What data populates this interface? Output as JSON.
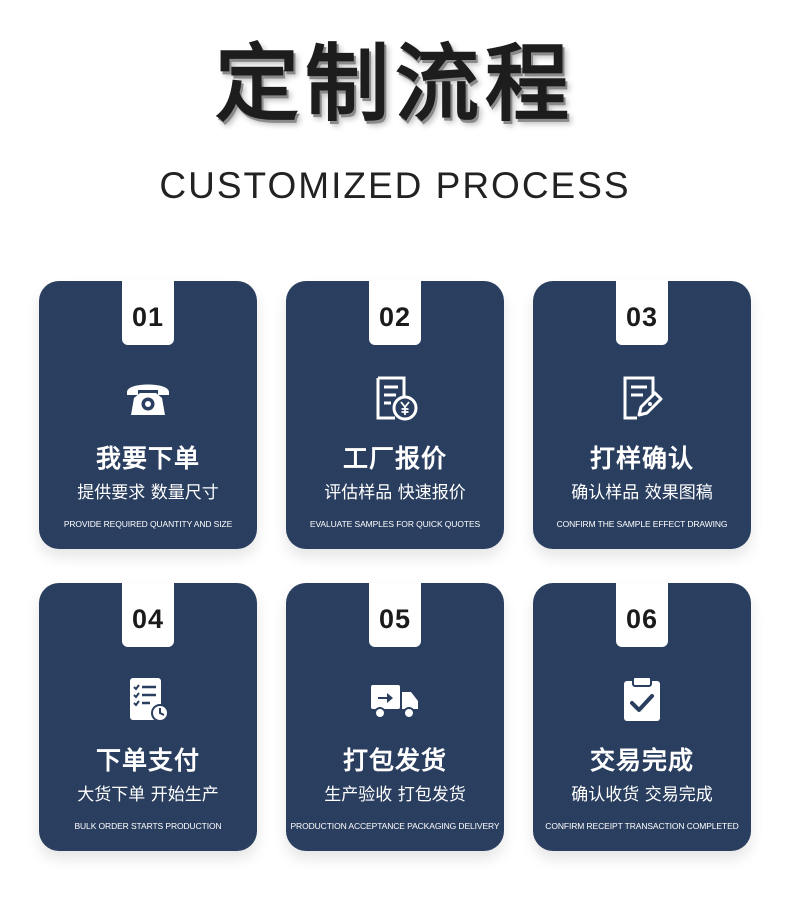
{
  "header": {
    "title": "定制流程",
    "subtitle": "CUSTOMIZED PROCESS"
  },
  "colors": {
    "card_bg": "#2a3e5f",
    "tab_bg": "#ffffff",
    "text_light": "#ffffff",
    "title_text": "#1d1d1d"
  },
  "steps": [
    {
      "number": "01",
      "icon": "phone-icon",
      "title": "我要下单",
      "subtitle": "提供要求 数量尺寸",
      "english": "PROVIDE REQUIRED QUANTITY AND SIZE"
    },
    {
      "number": "02",
      "icon": "quote-document-icon",
      "title": "工厂报价",
      "subtitle": "评估样品 快速报价",
      "english": "EVALUATE SAMPLES FOR QUICK QUOTES"
    },
    {
      "number": "03",
      "icon": "edit-document-icon",
      "title": "打样确认",
      "subtitle": "确认样品 效果图稿",
      "english": "CONFIRM THE SAMPLE EFFECT DRAWING"
    },
    {
      "number": "04",
      "icon": "checklist-icon",
      "title": "下单支付",
      "subtitle": "大货下单 开始生产",
      "english": "BULK ORDER STARTS PRODUCTION"
    },
    {
      "number": "05",
      "icon": "delivery-truck-icon",
      "title": "打包发货",
      "subtitle": "生产验收 打包发货",
      "english": "PRODUCTION ACCEPTANCE PACKAGING DELIVERY"
    },
    {
      "number": "06",
      "icon": "clipboard-check-icon",
      "title": "交易完成",
      "subtitle": "确认收货 交易完成",
      "english": "CONFIRM RECEIPT TRANSACTION COMPLETED"
    }
  ]
}
